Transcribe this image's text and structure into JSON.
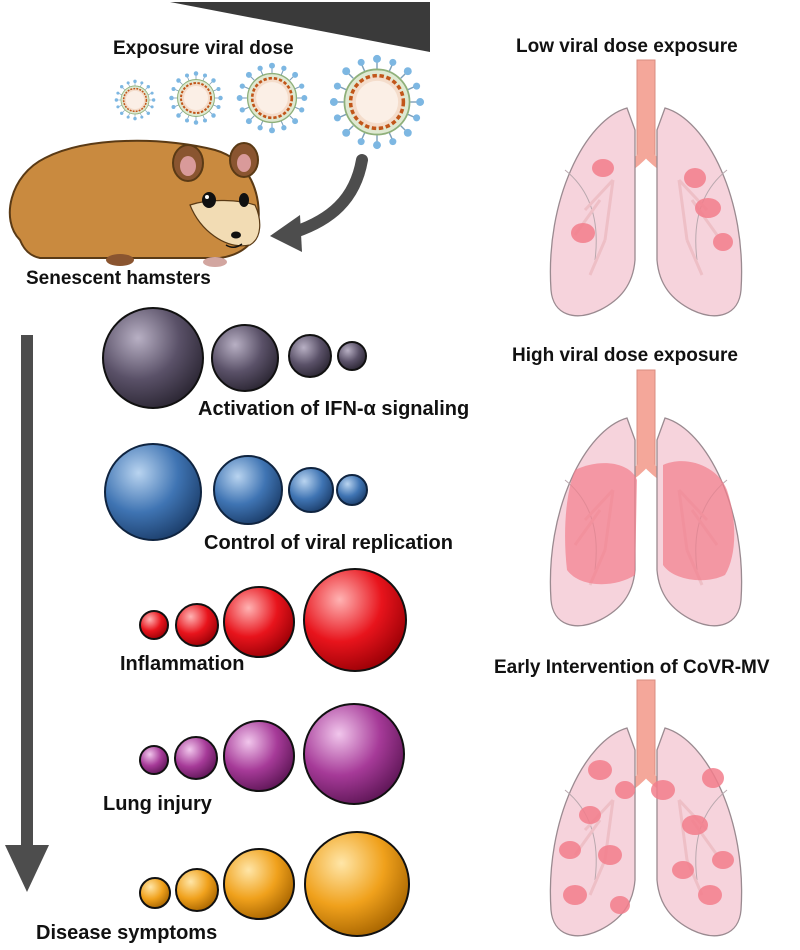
{
  "labels": {
    "exposure_dose": "Exposure viral dose",
    "senescent_hamsters": "Senescent hamsters",
    "activation_ifn": "Activation of IFN-α signaling",
    "control_replication": "Control of viral replication",
    "inflammation": "Inflammation",
    "lung_injury": "Lung injury",
    "disease_symptoms": "Disease symptoms",
    "low_dose": "Low viral dose exposure",
    "high_dose": "High viral dose exposure",
    "early_intervention": "Early Intervention of CoVR-MV"
  },
  "icons": [
    "dose-wedge-icon",
    "virus-icon",
    "hamster-icon",
    "curved-arrow-icon",
    "down-arrow-icon",
    "lung-icon"
  ],
  "colors": {
    "ifn": "#5a5168",
    "replication": "#3f74b3",
    "inflammation": "#e8141c",
    "injury": "#a63a98",
    "symptoms": "#f0a11c",
    "lung": "#f6d3dc",
    "lesion": "#f37e8c",
    "virus_ring": "#c1561a",
    "virus_spike": "#7db7e2",
    "hamster": "#c98a3f"
  }
}
